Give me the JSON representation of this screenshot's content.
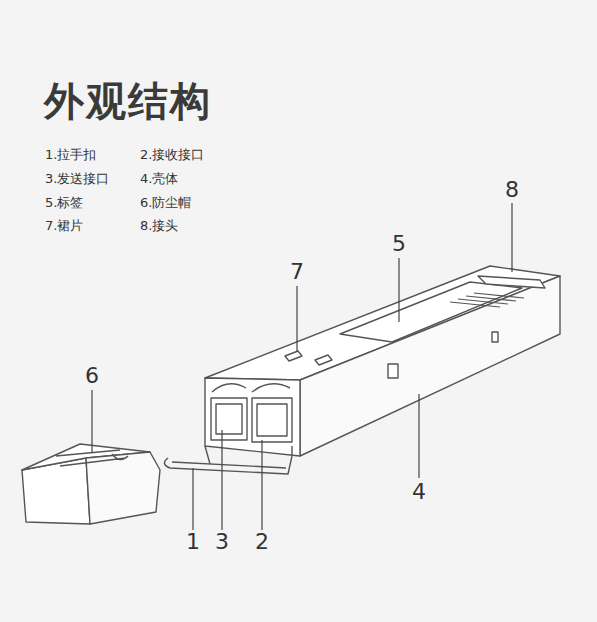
{
  "diagram": {
    "title": "外观结构",
    "labels": [
      "1.拉手扣",
      "2.接收接口",
      "3.发送接口",
      "4.壳体",
      "5.标签",
      "6.防尘帽",
      "7.裙片",
      "8.接头",
      "8",
      "5",
      "7",
      "6",
      "4",
      "1",
      "3",
      "2"
    ]
  }
}
